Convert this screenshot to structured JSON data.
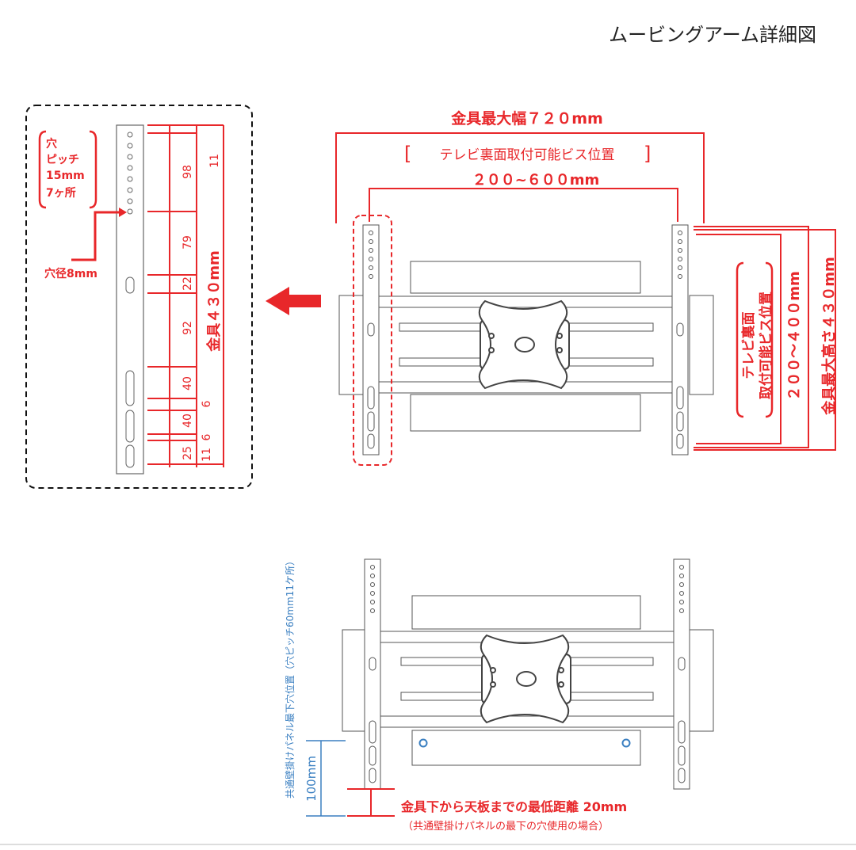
{
  "title": "ムービングアーム詳細図",
  "detail": {
    "hole_label_line1": "穴",
    "hole_label_line2": "ピッチ",
    "hole_label_line3": "15mm",
    "hole_label_line4": "7ヶ所",
    "hole_diameter": "穴径8mm",
    "dim_98": "98",
    "dim_79": "79",
    "dim_22": "22",
    "dim_92": "92",
    "dim_40a": "40",
    "dim_40b": "40",
    "dim_25": "25",
    "dim_11a": "11",
    "dim_6a": "6",
    "dim_6b": "6",
    "dim_11b": "11",
    "vertical_total": "金具４３０mm"
  },
  "top_view": {
    "max_width": "金具最大幅７２０mm",
    "tv_screw_position": "テレビ裏面取付可能ビス位置",
    "horizontal_range": "２００~６００mm",
    "vertical_tv_line1": "テレビ裏面",
    "vertical_tv_line2": "取付可能ビス位置",
    "vertical_range": "２００～４００mm",
    "max_height": "金具最大高さ４３０mm"
  },
  "bottom_view": {
    "panel_note": "共通壁掛けパネル最下穴位置（穴ピッチ60mm11ケ所）",
    "dim_100": "100mm",
    "min_distance": "金具下から天板までの最低距離 20mm",
    "min_distance_note": "（共通壁掛けパネルの最下の穴使用の場合）"
  },
  "colors": {
    "dimension_red": "#e8272a",
    "panel_blue": "#3a7fc1",
    "line_gray": "#555555"
  }
}
